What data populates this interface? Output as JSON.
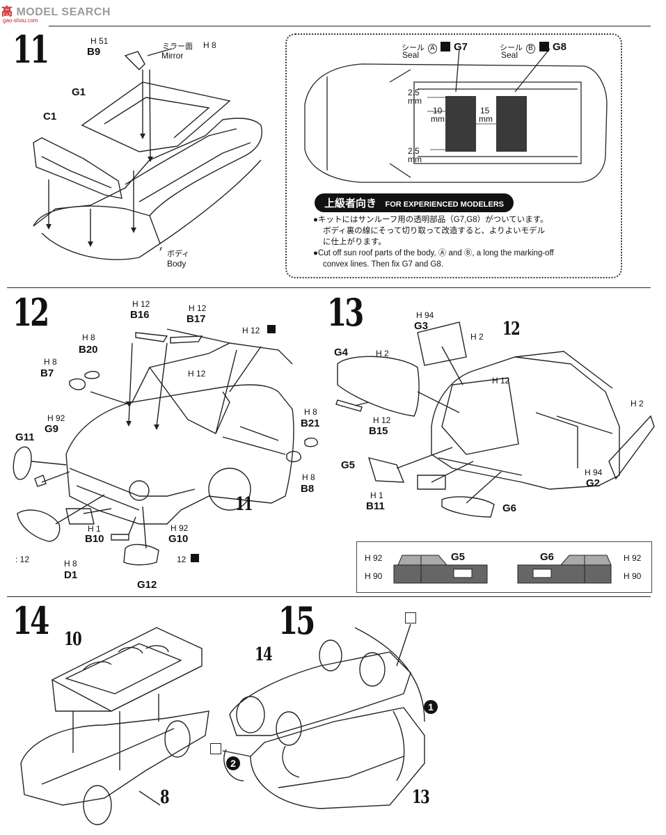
{
  "header": {
    "logo_red": "高",
    "logo_rest": "MODEL SEARCH",
    "logo_sub": "gao-shou.com"
  },
  "steps": [
    "11",
    "12",
    "13",
    "14",
    "15"
  ],
  "step11": {
    "h51": "H 51",
    "b9": "B9",
    "mirror_jp": "ミラー面",
    "mirror_en": "Mirror",
    "h8": "H 8",
    "g1": "G1",
    "c1": "C1",
    "body_jp": "ボディ",
    "body_en": "Body"
  },
  "sunroof": {
    "seal_a_jp": "シール",
    "seal_a_letter": "A",
    "seal_a_en": "Seal",
    "g7": "G7",
    "seal_b_jp": "シール",
    "seal_b_letter": "B",
    "seal_b_en": "Seal",
    "g8": "G8",
    "dim_top": "2.5",
    "dim_top_unit": "mm",
    "dim_10": "10",
    "dim_10_unit": "mm",
    "dim_15": "15",
    "dim_15_unit": "mm",
    "dim_bot": "2.5",
    "dim_bot_unit": "mm",
    "title_jp": "上級者向き",
    "title_en": "FOR EXPERIENCED MODELERS",
    "note_jp_1": "●キットにはサンルーフ用の透明部品（G7,G8）がついています。",
    "note_jp_2": "ボディ裏の線にそって切り取って改造すると、よりよいモデル",
    "note_jp_3": "に仕上がります。",
    "note_en_1": "●Cut off sun roof parts of the body, Ⓐ and Ⓑ, a long the marking-off",
    "note_en_2": "convex lines. Then fix G7 and G8."
  },
  "step12": {
    "b16_h": "H 12",
    "b16": "B16",
    "b17_h": "H 12",
    "b17": "B17",
    "b20_h": "H 8",
    "b20": "B20",
    "b7_h": "H 8",
    "b7": "B7",
    "windshield_h": "H 12",
    "roof_h": "H 12",
    "g9_h": "H 92",
    "g9": "G9",
    "g11": "G11",
    "b21_h": "H 8",
    "b21": "B21",
    "b8_h": "H 8",
    "b8": "B8",
    "ref11": "11",
    "b10_h": "H 1",
    "b10": "B10",
    "g10_h": "H 92",
    "g10": "G10",
    "d1_h1": ": 12",
    "d1_h2": "H 8",
    "d1": "D1",
    "g12_h": "12",
    "g12": "G12"
  },
  "step13": {
    "ref12": "12",
    "g3_h": "H 94",
    "g3": "G3",
    "g3_h2": "H 2",
    "g4": "G4",
    "g4_h": "H 2",
    "rear_h": "H 12",
    "b15_h": "H 12",
    "b15": "B15",
    "g2_h1": "H 2",
    "g2_h2": "H 94",
    "g2": "G2",
    "g5": "G5",
    "b11_h": "H 1",
    "b11": "B11",
    "g6": "G6"
  },
  "legend": {
    "g5_top": "H 92",
    "g5_label": "G5",
    "g5_bot": "H 90",
    "g6_label": "G6",
    "g6_top": "H 92",
    "g6_bot": "H 90"
  },
  "step14": {
    "ref10": "10",
    "ref8": "8"
  },
  "step15": {
    "ref14": "14",
    "ref13": "13",
    "num1": "1",
    "num2": "2"
  }
}
